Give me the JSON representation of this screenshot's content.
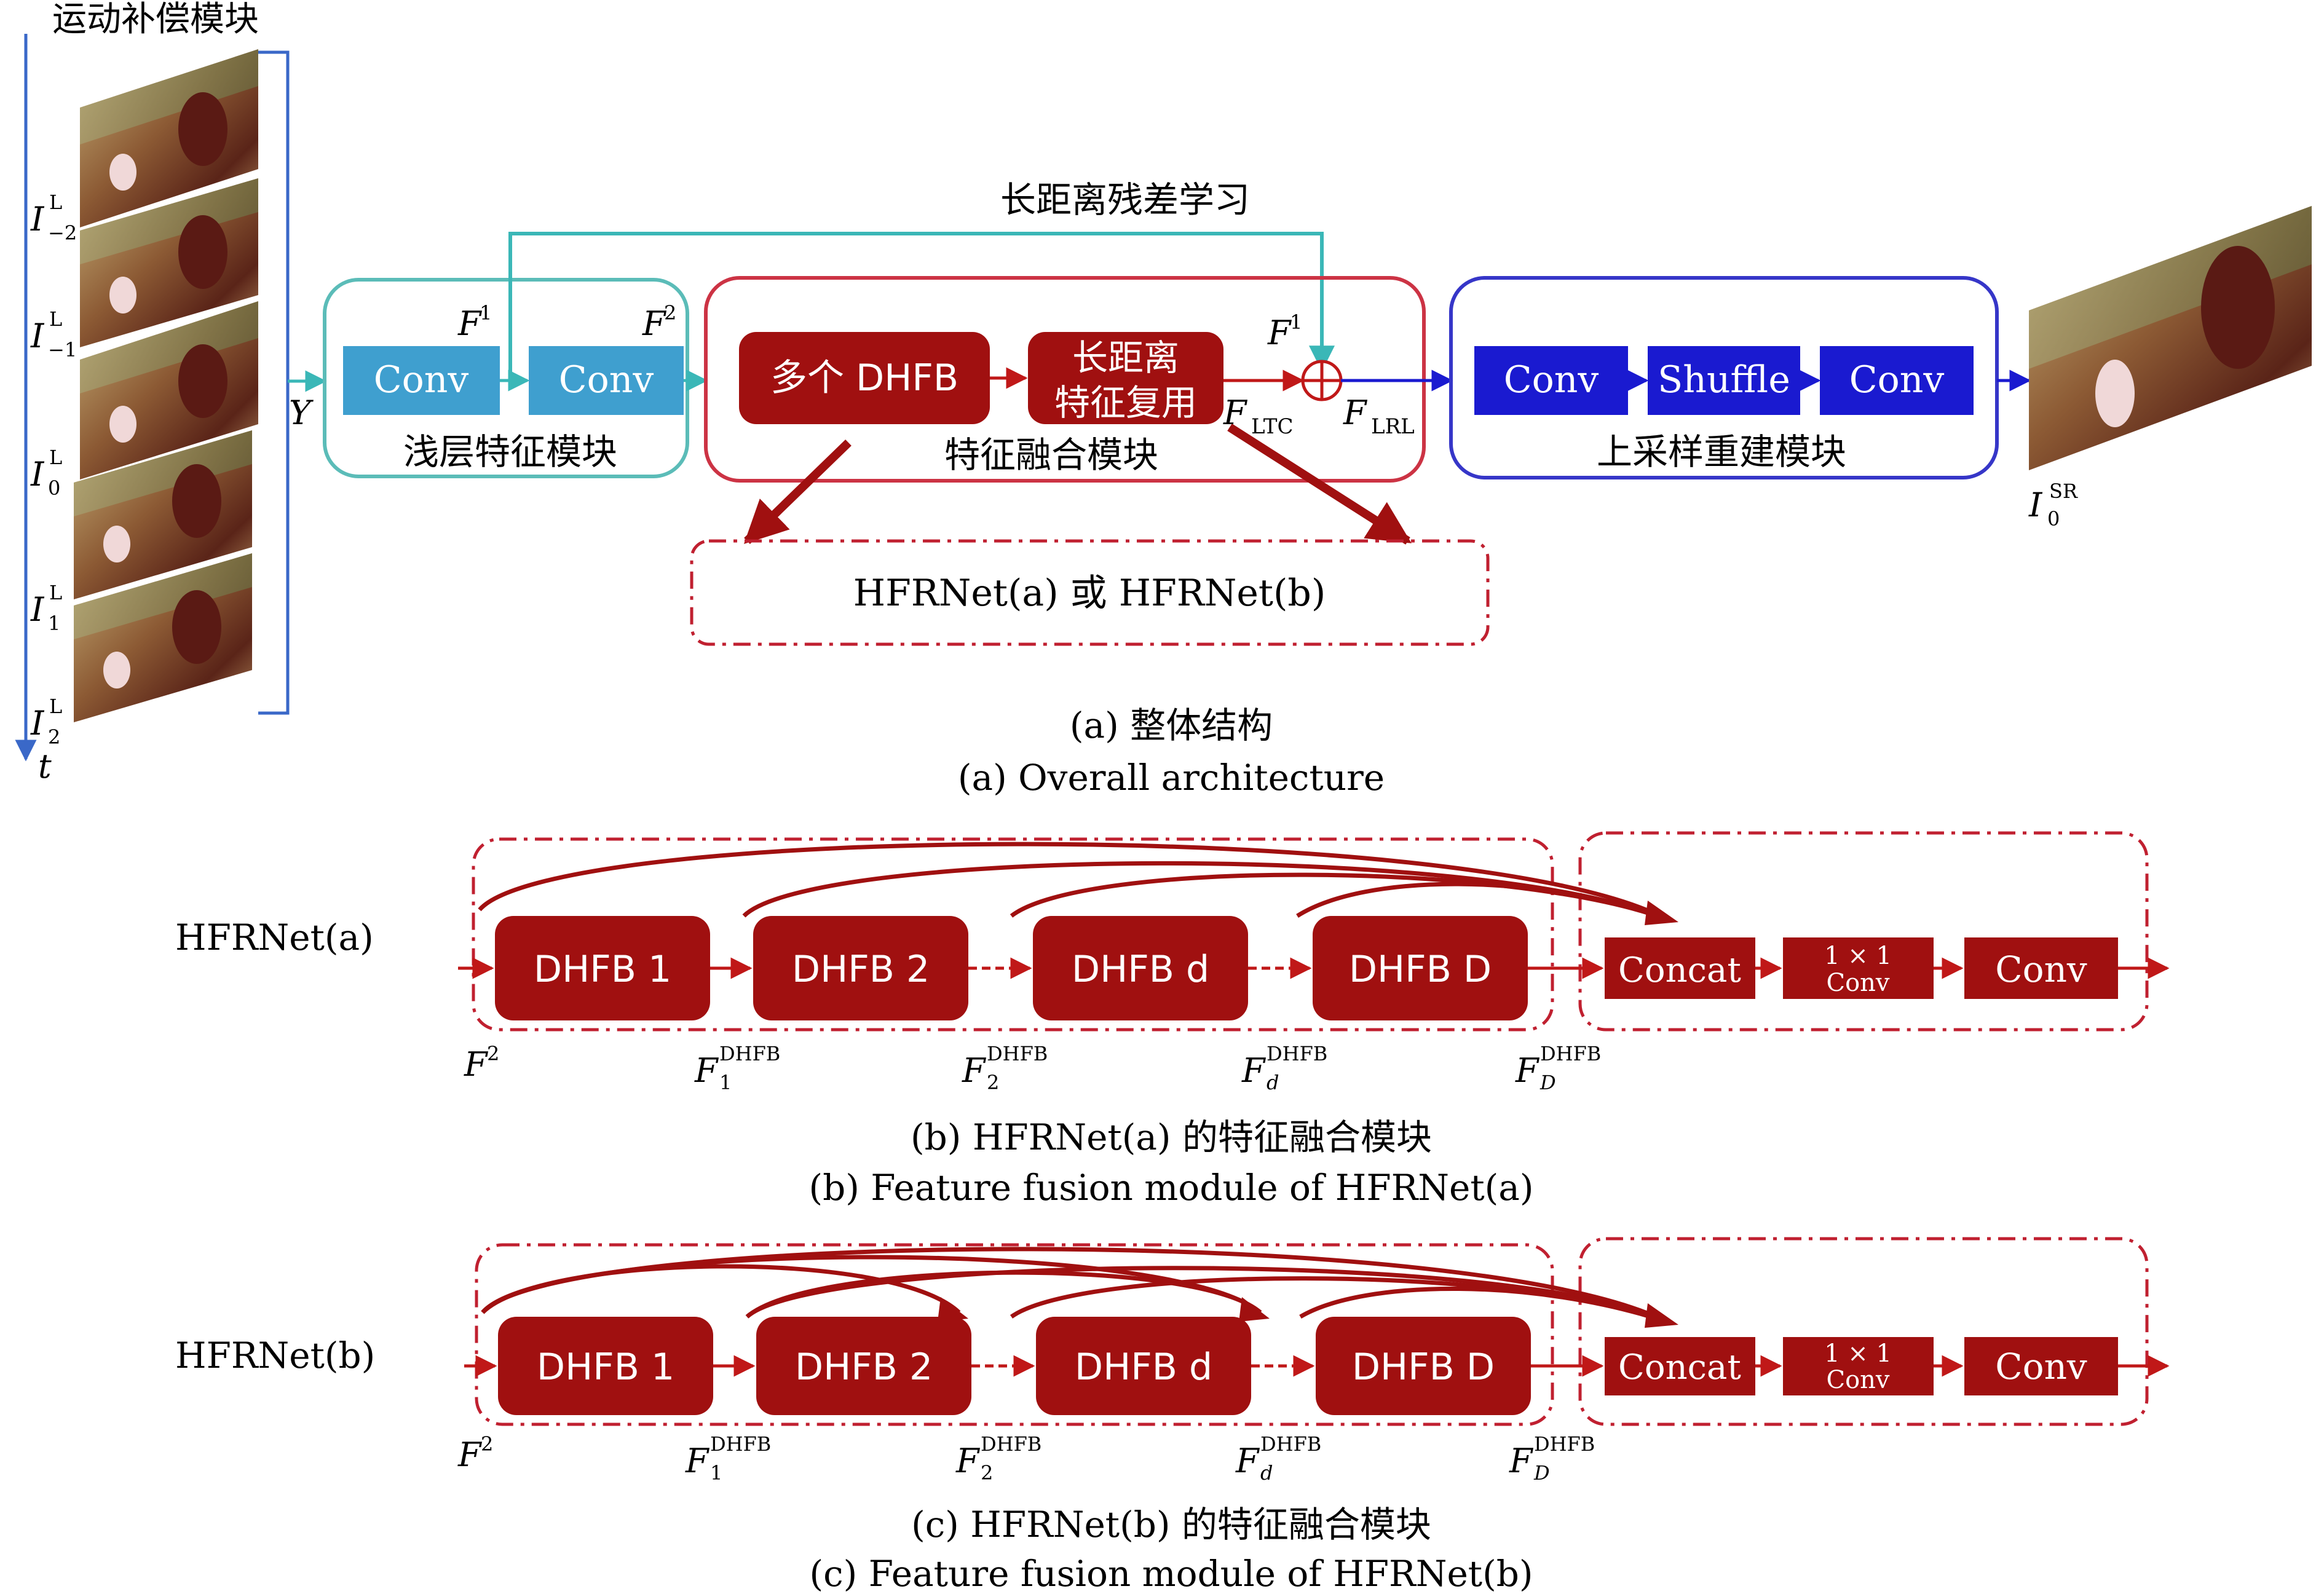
{
  "motion_compensation": {
    "title": "运动补偿模块",
    "frame_labels": [
      {
        "base": "I",
        "sup": "L",
        "sub": "−2"
      },
      {
        "base": "I",
        "sup": "L",
        "sub": "−1"
      },
      {
        "base": "I",
        "sup": "L",
        "sub": "0"
      },
      {
        "base": "I",
        "sup": "L",
        "sub": "1"
      },
      {
        "base": "I",
        "sup": "L",
        "sub": "2"
      }
    ],
    "time_axis_label": "t",
    "output_label": "Y"
  },
  "long_range_label": "长距离残差学习",
  "shallow": {
    "title": "浅层特征模块",
    "conv1": "Conv",
    "conv2": "Conv",
    "f1": {
      "base": "F",
      "sup": "1"
    },
    "f2": {
      "base": "F",
      "sup": "2"
    }
  },
  "fusion": {
    "title": "特征融合模块",
    "multi_dhfb": "多个 DHFB",
    "long_range_reuse_line1": "长距离",
    "long_range_reuse_line2": "特征复用",
    "f_ltc": {
      "base": "F",
      "sub": "LTC"
    },
    "f1": {
      "base": "F",
      "sup": "1"
    },
    "f_lrl": {
      "base": "F",
      "sub": "LRL"
    }
  },
  "upsample": {
    "title": "上采样重建模块",
    "conv1": "Conv",
    "shuffle": "Shuffle",
    "conv2": "Conv"
  },
  "output_label": {
    "base": "I",
    "sup": "SR",
    "sub": "0"
  },
  "hfrnet_choice": "HFRNet(a) 或 HFRNet(b)",
  "caption_a_cn": "(a) 整体结构",
  "caption_a_en": "(a) Overall architecture",
  "hfrnet_a": {
    "name": "HFRNet(a)",
    "blocks": [
      "DHFB 1",
      "DHFB 2",
      "DHFB d",
      "DHFB D"
    ],
    "concat": "Concat",
    "conv1x1_line1": "1 × 1",
    "conv1x1_line2": "Conv",
    "conv": "Conv",
    "features": [
      {
        "base": "F",
        "sup": "2",
        "sub": ""
      },
      {
        "base": "F",
        "sup": "DHFB",
        "sub": "1"
      },
      {
        "base": "F",
        "sup": "DHFB",
        "sub": "2"
      },
      {
        "base": "F",
        "sup": "DHFB",
        "sub": "d"
      },
      {
        "base": "F",
        "sup": "DHFB",
        "sub": "D"
      }
    ],
    "caption_cn": "(b) HFRNet(a) 的特征融合模块",
    "caption_en": "(b) Feature fusion module of HFRNet(a)"
  },
  "hfrnet_b": {
    "name": "HFRNet(b)",
    "blocks": [
      "DHFB 1",
      "DHFB 2",
      "DHFB d",
      "DHFB D"
    ],
    "concat": "Concat",
    "conv1x1_line1": "1 × 1",
    "conv1x1_line2": "Conv",
    "conv": "Conv",
    "features": [
      {
        "base": "F",
        "sup": "2",
        "sub": ""
      },
      {
        "base": "F",
        "sup": "DHFB",
        "sub": "1"
      },
      {
        "base": "F",
        "sup": "DHFB",
        "sub": "2"
      },
      {
        "base": "F",
        "sup": "DHFB",
        "sub": "d"
      },
      {
        "base": "F",
        "sup": "DHFB",
        "sub": "D"
      }
    ],
    "caption_cn": "(c) HFRNet(b) 的特征融合模块",
    "caption_en": "(c) Feature fusion module of HFRNet(b)"
  },
  "colors": {
    "shallow_border": "#5bbcb8",
    "conv_light": "#3f9fcf",
    "fusion_border": "#cc3344",
    "dark_red": "#a01010",
    "upsample_border": "#3636c8",
    "dark_blue": "#1a1ad0",
    "teal_line": "#3ab7b7",
    "axis_blue": "#3a68c8",
    "dash_red": "#c02030"
  }
}
